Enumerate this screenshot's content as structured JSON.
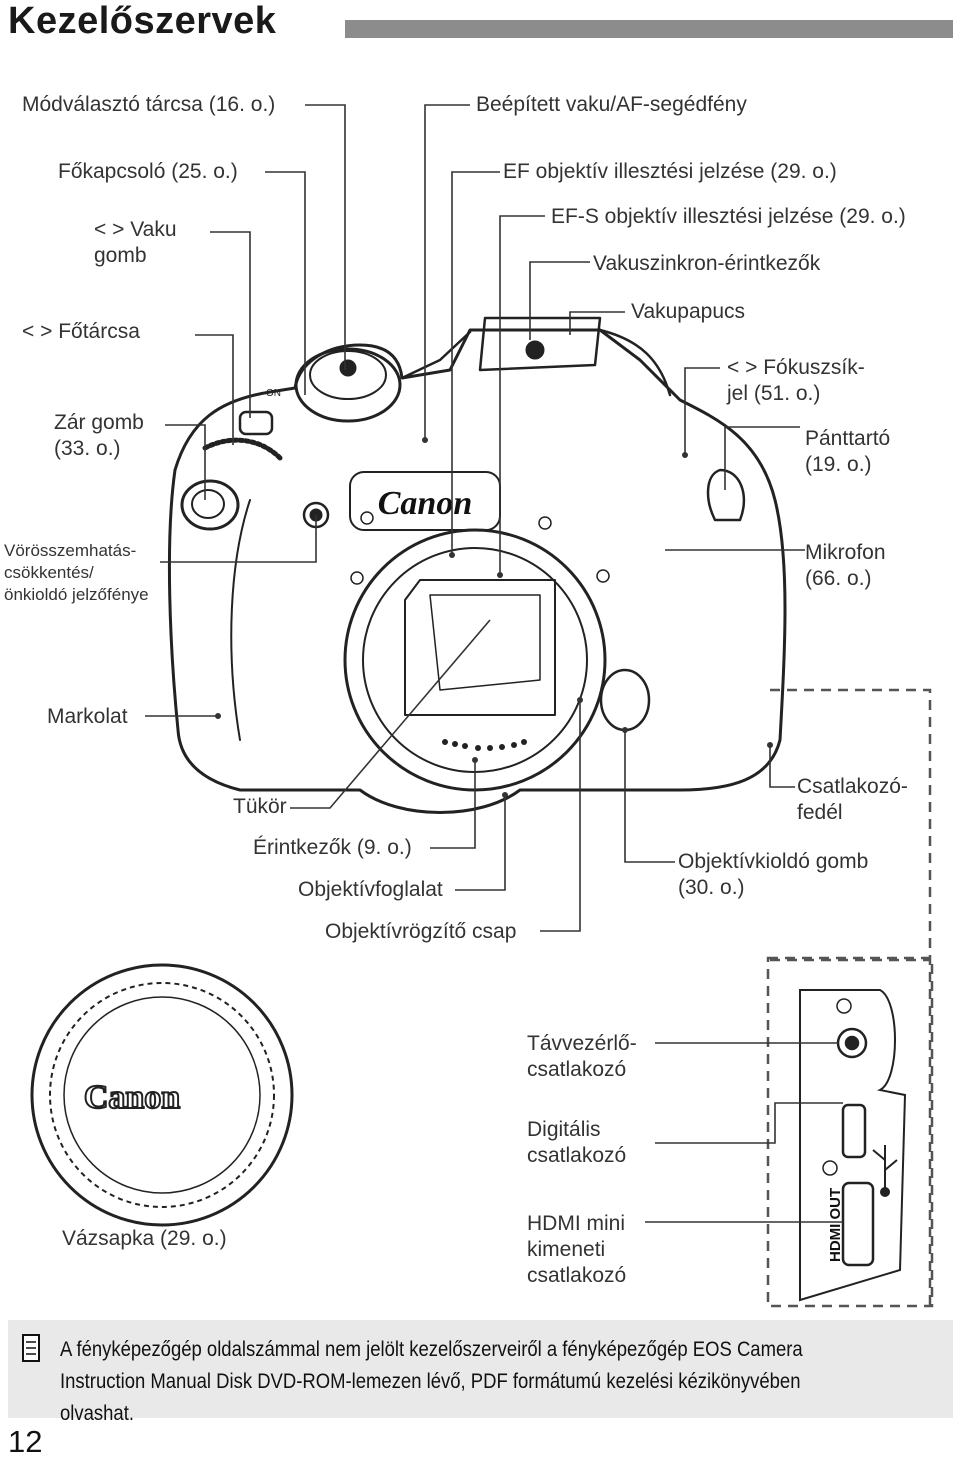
{
  "header": {
    "title": "Kezelőszervek"
  },
  "labels": {
    "mode_dial": "Módválasztó tárcsa (16. o.)",
    "power_switch": "Főkapcsoló (25. o.)",
    "flash_button": "< > Vaku\ngomb",
    "main_dial": "< > Főtárcsa",
    "shutter_button": "Zár gomb\n(33. o.)",
    "red_eye": "Vörösszemhatás-\ncsökkentés/\nönkioldó jelzőfénye",
    "grip": "Markolat",
    "built_in_flash": "Beépített vaku/AF-segédfény",
    "ef_mount_index": "EF objektív illesztési jelzése (29. o.)",
    "efs_mount_index": "EF-S objektív illesztési jelzése (29. o.)",
    "flash_sync_contacts": "Vakuszinkron-érintkezők",
    "hot_shoe": "Vakupapucs",
    "focal_plane_mark": "< > Fókuszsík-\njel (51. o.)",
    "strap_mount": "Pánttartó\n(19. o.)",
    "microphone": "Mikrofon\n(66. o.)",
    "terminal_cover": "Csatlakozó-\nfedél",
    "mirror": "Tükör",
    "contacts": "Érintkezők (9. o.)",
    "lens_mount": "Objektívfoglalat",
    "lens_lock_pin": "Objektívrögzítő csap",
    "lens_release": "Objektívkioldó gomb\n(30. o.)",
    "remote_terminal": "Távvezérlő-\ncsatlakozó",
    "digital_terminal": "Digitális\ncsatlakozó",
    "hdmi_terminal": "HDMI mini\nkimeneti\ncsatlakozó",
    "body_cap": "Vázsapka (29. o.)"
  },
  "camera_text": {
    "brand": "Canon",
    "cap_brand": "Canon",
    "hdmi_port": "HDMI OUT",
    "power_on": "ON"
  },
  "note": {
    "text": "A fényképezőgép oldalszámmal nem jelölt kezelőszerveiről a fényképezőgép EOS Camera Instruction Manual Disk DVD-ROM-lemezen lévő, PDF formátumú kezelési kézikönyvében olvashat."
  },
  "page_number": "12",
  "colors": {
    "title_bar": "#8c8c8c",
    "note_bg": "#e9e9e9",
    "line": "#333333"
  }
}
